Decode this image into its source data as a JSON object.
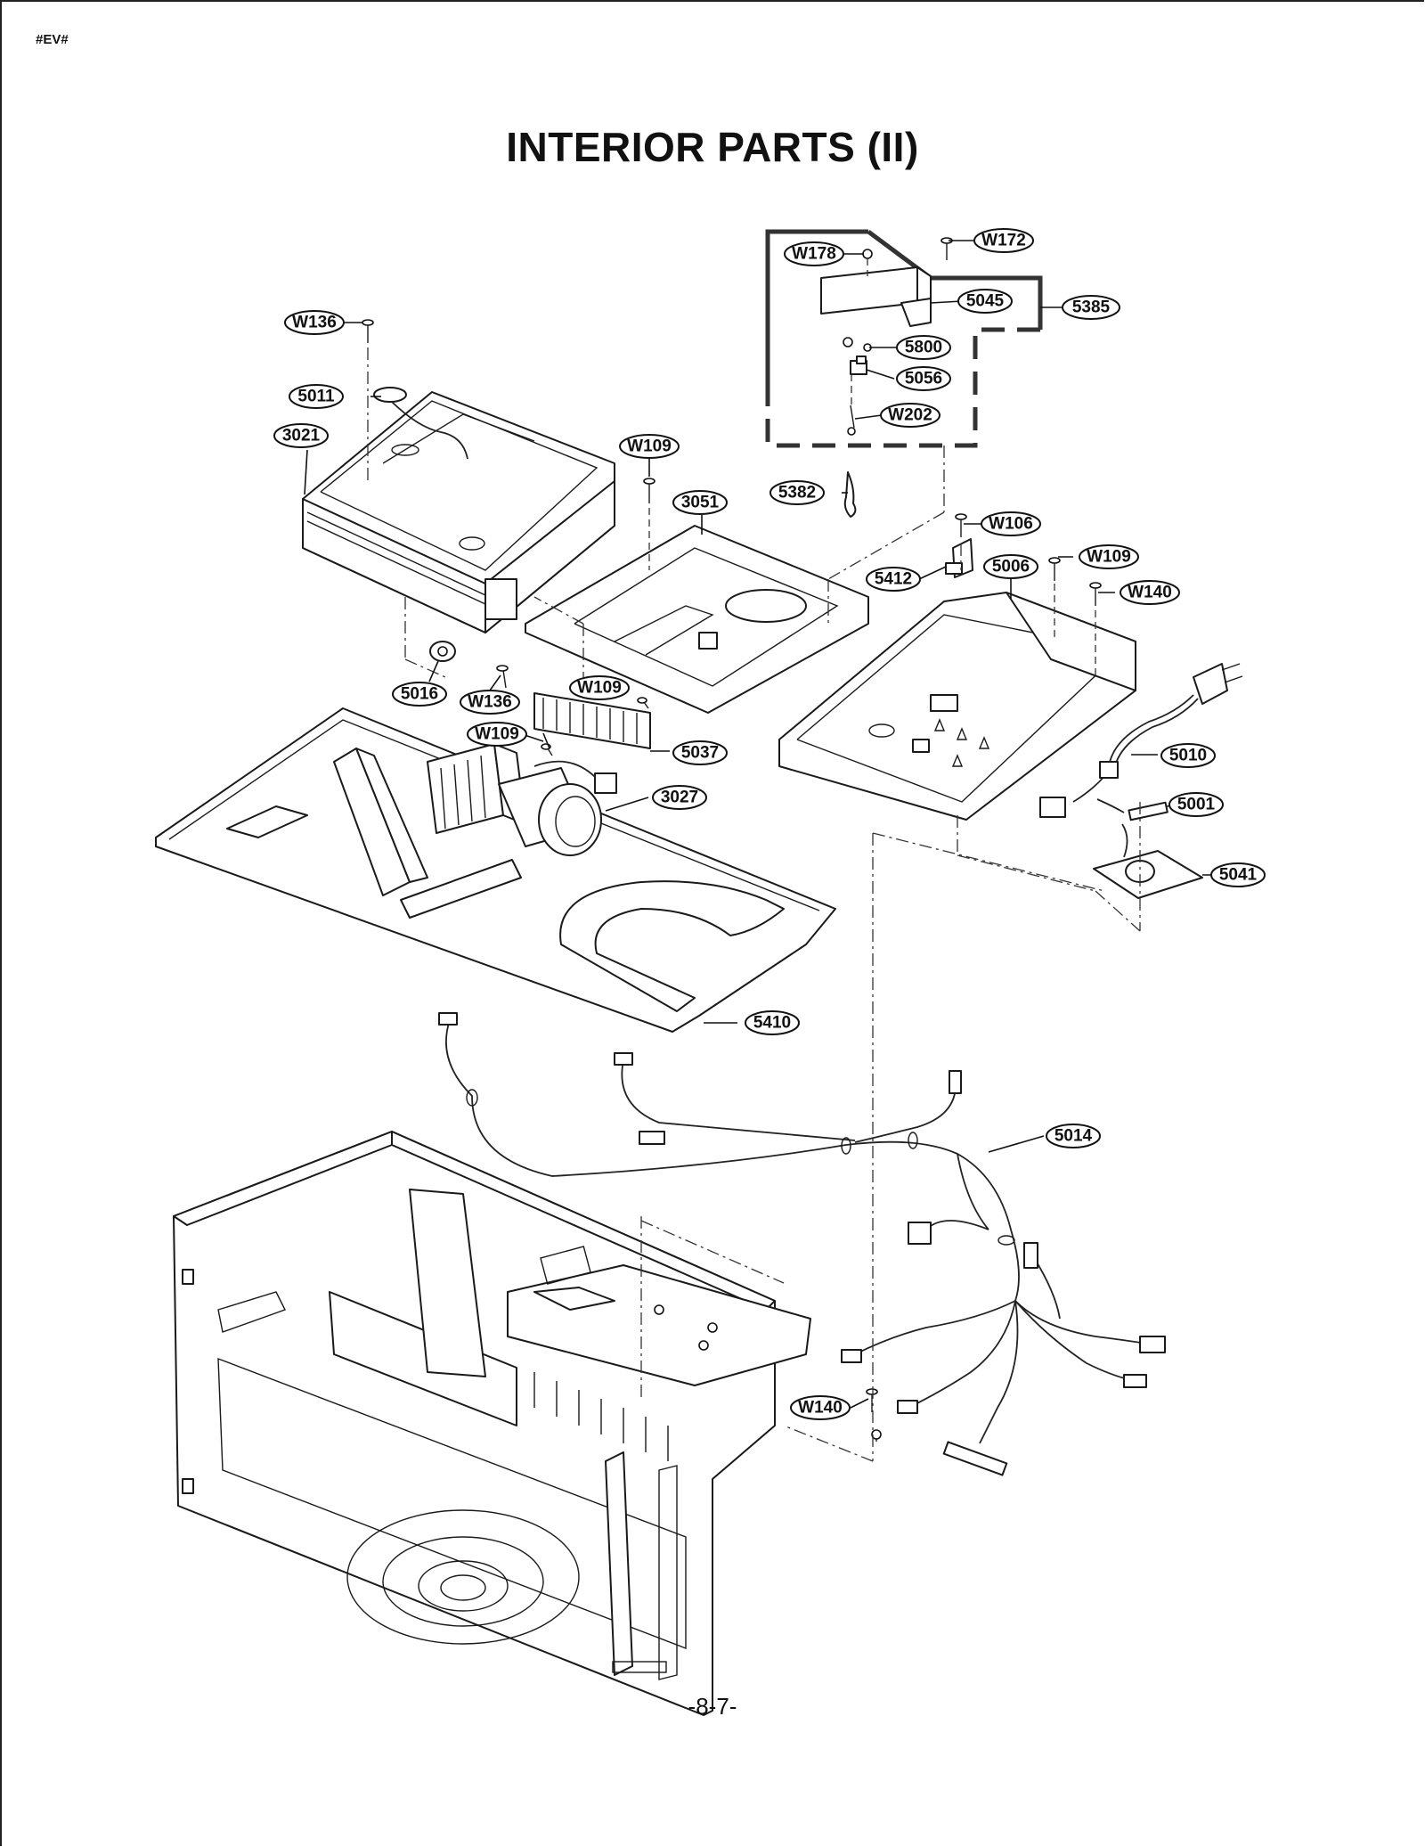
{
  "header": {
    "code": "#EV#"
  },
  "title": "INTERIOR PARTS (II)",
  "footer": {
    "page_number": "-8-7-"
  },
  "parts": {
    "w178": "W178",
    "w172": "W172",
    "p5045": "5045",
    "p5385": "5385",
    "p5800": "5800",
    "p5056": "5056",
    "w202": "W202",
    "p5382": "5382",
    "w136a": "W136",
    "p5011": "5011",
    "p3021": "3021",
    "w109a": "W109",
    "p3051": "3051",
    "w106": "W106",
    "w109b": "W109",
    "p5412": "5412",
    "p5006": "5006",
    "w140a": "W140",
    "p5016": "5016",
    "w136b": "W136",
    "w109c": "W109",
    "w109d": "W109",
    "p5037": "5037",
    "p3027": "3027",
    "p5010": "5010",
    "p5001": "5001",
    "p5041": "5041",
    "p5410": "5410",
    "p5014": "5014",
    "w140b": "W140"
  }
}
